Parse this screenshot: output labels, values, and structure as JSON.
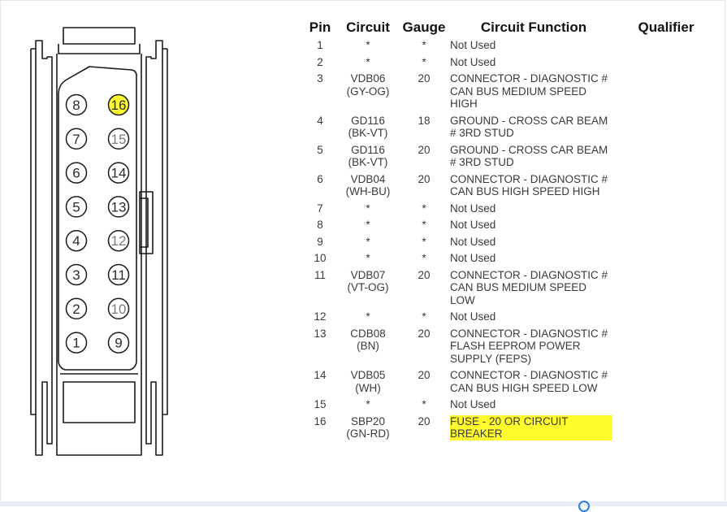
{
  "colors": {
    "highlight": "#fffb2c",
    "text": "#3a3a3a",
    "header_text": "#111111",
    "diagram_line": "#1a1a1a"
  },
  "connector": {
    "highlighted_pin": "16",
    "rows": [
      {
        "left": "8",
        "right": "16"
      },
      {
        "left": "7",
        "right": "15"
      },
      {
        "left": "6",
        "right": "14"
      },
      {
        "left": "5",
        "right": "13"
      },
      {
        "left": "4",
        "right": "12"
      },
      {
        "left": "3",
        "right": "11"
      },
      {
        "left": "2",
        "right": "10"
      },
      {
        "left": "1",
        "right": "9"
      }
    ]
  },
  "table": {
    "headers": {
      "pin": "Pin",
      "circuit": "Circuit",
      "gauge": "Gauge",
      "function": "Circuit Function",
      "qualifier": "Qualifier"
    },
    "rows": [
      {
        "pin": "1",
        "circuit": "*",
        "gauge": "*",
        "function": "Not Used",
        "highlighted": false
      },
      {
        "pin": "2",
        "circuit": "*",
        "gauge": "*",
        "function": "Not Used",
        "highlighted": false
      },
      {
        "pin": "3",
        "circuit": "VDB06 (GY-OG)",
        "gauge": "20",
        "function": "CONNECTOR - DIAGNOSTIC # CAN BUS MEDIUM SPEED HIGH",
        "highlighted": false
      },
      {
        "pin": "4",
        "circuit": "GD116 (BK-VT)",
        "gauge": "18",
        "function": "GROUND - CROSS CAR BEAM # 3RD STUD",
        "highlighted": false
      },
      {
        "pin": "5",
        "circuit": "GD116 (BK-VT)",
        "gauge": "20",
        "function": "GROUND - CROSS CAR BEAM # 3RD STUD",
        "highlighted": false
      },
      {
        "pin": "6",
        "circuit": "VDB04 (WH-BU)",
        "gauge": "20",
        "function": "CONNECTOR - DIAGNOSTIC # CAN BUS HIGH SPEED HIGH",
        "highlighted": false
      },
      {
        "pin": "7",
        "circuit": "*",
        "gauge": "*",
        "function": "Not Used",
        "highlighted": false
      },
      {
        "pin": "8",
        "circuit": "*",
        "gauge": "*",
        "function": "Not Used",
        "highlighted": false
      },
      {
        "pin": "9",
        "circuit": "*",
        "gauge": "*",
        "function": "Not Used",
        "highlighted": false
      },
      {
        "pin": "10",
        "circuit": "*",
        "gauge": "*",
        "function": "Not Used",
        "highlighted": false
      },
      {
        "pin": "11",
        "circuit": "VDB07 (VT-OG)",
        "gauge": "20",
        "function": "CONNECTOR - DIAGNOSTIC # CAN BUS MEDIUM SPEED LOW",
        "highlighted": false
      },
      {
        "pin": "12",
        "circuit": "*",
        "gauge": "*",
        "function": "Not Used",
        "highlighted": false
      },
      {
        "pin": "13",
        "circuit": "CDB08 (BN)",
        "gauge": "20",
        "function": "CONNECTOR - DIAGNOSTIC # FLASH EEPROM POWER SUPPLY (FEPS)",
        "highlighted": false
      },
      {
        "pin": "14",
        "circuit": "VDB05 (WH)",
        "gauge": "20",
        "function": "CONNECTOR - DIAGNOSTIC # CAN BUS HIGH SPEED LOW",
        "highlighted": false
      },
      {
        "pin": "15",
        "circuit": "*",
        "gauge": "*",
        "function": "Not Used",
        "highlighted": false
      },
      {
        "pin": "16",
        "circuit": "SBP20 (GN-RD)",
        "gauge": "20",
        "function": "FUSE - 20 OR CIRCUIT BREAKER",
        "highlighted": true
      }
    ]
  }
}
